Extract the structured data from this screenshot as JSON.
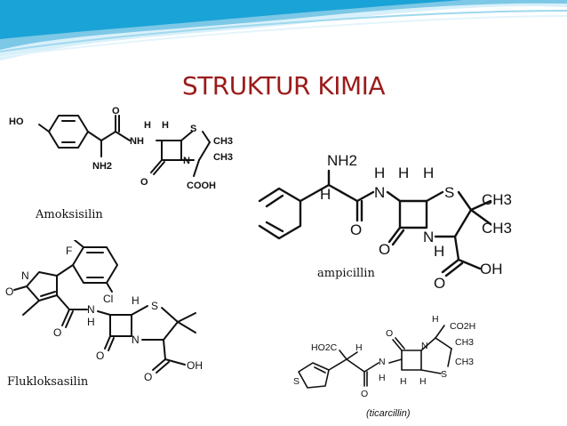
{
  "slide": {
    "title": "STRUKTUR KIMIA",
    "colors": {
      "title": "#9b1b1b",
      "wave_dark": "#1aa3d6",
      "wave_light": "#bfe6f5"
    },
    "structures": {
      "amoxicillin": {
        "caption": "Amoksisilin",
        "atoms": {
          "ho": "HO",
          "nh2": "NH2",
          "nh": "NH",
          "h1": "H",
          "h2": "H",
          "s": "S",
          "ch3a": "CH3",
          "ch3b": "CH3",
          "n": "N",
          "o1": "O",
          "o2": "O",
          "cooh": "COOH"
        }
      },
      "ampicillin": {
        "caption": "ampicillin",
        "atoms": {
          "nh2": "NH2",
          "h_alpha": "H",
          "n_amide": "N",
          "h_n": "H",
          "h1": "H",
          "h2": "H",
          "s": "S",
          "ch3a": "CH3",
          "ch3b": "CH3",
          "o1": "O",
          "o2": "O",
          "n_ring": "N",
          "h3": "H",
          "oh": "OH"
        }
      },
      "flucloxacillin": {
        "caption": "Flukloksasilin",
        "atoms": {
          "f": "F",
          "cl": "Cl",
          "n_isox": "N",
          "o_isox": "O",
          "o_amide": "O",
          "n_amide": "N",
          "h_n": "H",
          "h1": "H",
          "s": "S",
          "o_lactam": "O",
          "n_ring": "N",
          "o_acid": "O",
          "oh": "OH"
        }
      },
      "ticarcillin": {
        "caption": "(ticarcillin)",
        "atoms": {
          "ho2c": "HO2C",
          "h_alpha": "H",
          "o_amide": "O",
          "n_amide": "N",
          "h_n": "H",
          "h1": "H",
          "h2": "H",
          "o_lactam": "O",
          "n_ring": "N",
          "s_ring": "S",
          "ch3a": "CH3",
          "ch3b": "CH3",
          "h3": "H",
          "co2h": "CO2H",
          "s_thio": "S"
        }
      }
    }
  }
}
